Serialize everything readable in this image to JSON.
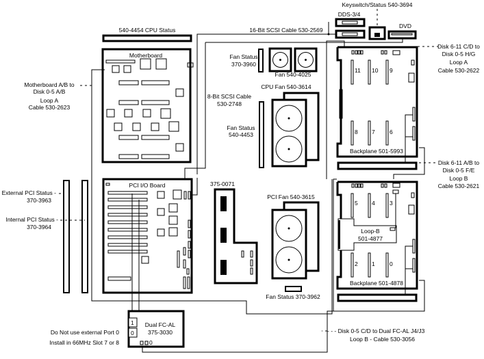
{
  "labels": {
    "cpu_status": "540-4454 CPU Status",
    "motherboard": "Motherboard",
    "mb_cable": [
      "Motherboard A/B to",
      "Disk 0-5 A/B",
      "Loop A",
      "Cable 530-2623"
    ],
    "scsi16": "16-Bit SCSI Cable 530-2569",
    "keyswitch": "Keyswitch/Status 540-3694",
    "dds": "DDS-3/4",
    "dvd": "DVD",
    "fan_status_3960": [
      "Fan Status",
      "370-3960"
    ],
    "fan_4025": "Fan 540-4025",
    "cpu_fan": "CPU Fan 540-3614",
    "scsi8": [
      "8-Bit SCSI Cable",
      "530-2748"
    ],
    "fan_status_4453": [
      "Fan Status",
      "540-4453"
    ],
    "loopA_cable": [
      "Disk 6-11 C/D  to",
      "Disk 0-5 H/G",
      "Loop A",
      "Cable 530-2622"
    ],
    "loopB_cable": [
      "Disk 6-11 A/B  to",
      "Disk 0-5 F/E",
      "Loop B",
      "Cable 530-2621"
    ],
    "backplane_upper": "Backplane 501-5993",
    "backplane_lower": "Backplane 501-4878",
    "upper_slots": [
      "11",
      "10",
      "9",
      "8",
      "7",
      "6"
    ],
    "lower_slots": [
      "5",
      "4",
      "3",
      "2",
      "1",
      "0"
    ],
    "loopb_board": [
      "Loop-B",
      "501-4877"
    ],
    "pci_fan": "PCI Fan 540-3615",
    "fan_status_3962": "Fan Status 370-3962",
    "part_0071": "375-0071",
    "pci_io": "PCI I/O Board",
    "ext_pci": [
      "External PCI Status -",
      "370-3963"
    ],
    "int_pci": [
      "Internal PCI Status -",
      "370-3964"
    ],
    "fcal": [
      "Dual FC-AL",
      "375-3030"
    ],
    "fcal_ports": [
      "1",
      "0",
      "0"
    ],
    "port_note": "Do Not use external Port 0",
    "slot_note": "Install in 66MHz Slot 7 or 8",
    "loopB_fcal": [
      "- - - Disk 0-5 C/D to Dual FC-AL  J4/J3",
      "Loop B - Cable 530-3056"
    ]
  }
}
